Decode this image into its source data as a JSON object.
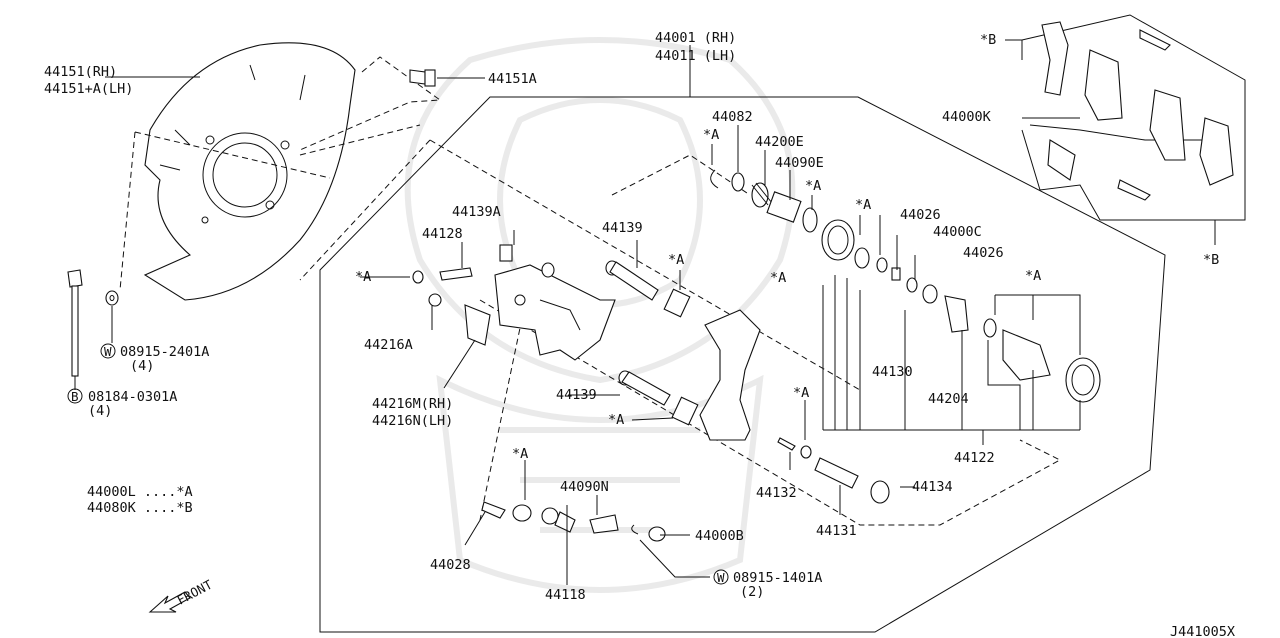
{
  "labels": {
    "backing_plate_rh": "44151(RH)",
    "backing_plate_lh": "44151+A(LH)",
    "backing_bolt": "44151A",
    "caliper_rh": "44001 (RH)",
    "caliper_lh": "44011 (LH)",
    "p44082": "44082",
    "p44200e": "44200E",
    "p44090e": "44090E",
    "p44026_a": "44026",
    "p44000c": "44000C",
    "p44026_b": "44026",
    "p44139a": "44139A",
    "p44128": "44128",
    "p44139_top": "44139",
    "p44139_bottom": "44139",
    "p44216a": "44216A",
    "p44216m": "44216M(RH)",
    "p44216n": "44216N(LH)",
    "p44130": "44130",
    "p44204": "44204",
    "p44122": "44122",
    "p44132": "44132",
    "p44131": "44131",
    "p44134": "44134",
    "p44090n": "44090N",
    "p44000b": "44000B",
    "p44028": "44028",
    "p44118": "44118",
    "washer_w1": "08915-2401A",
    "washer_w1_qty": "(4)",
    "bolt_b1": "08184-0301A",
    "bolt_b1_qty": "(4)",
    "washer_w2": "08915-1401A",
    "washer_w2_qty": "(2)",
    "pad_kit": "44000K",
    "star_a": "*A",
    "star_b": "*B",
    "legend_a": "44000L ....*A",
    "legend_b": "44080K ....*B",
    "front": "FRONT",
    "diagram_code": "J441005X",
    "circle_w": "W",
    "circle_b": "B"
  }
}
